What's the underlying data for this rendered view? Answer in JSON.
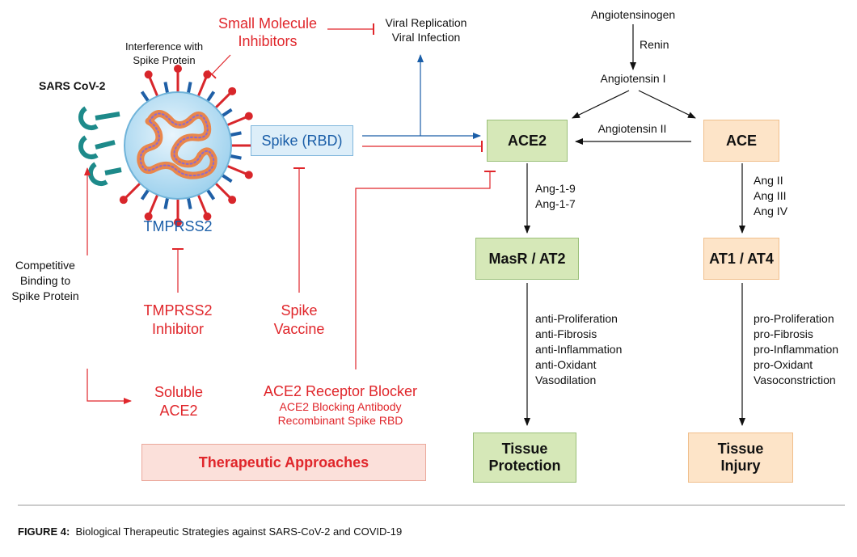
{
  "colors": {
    "red": "#e0262b",
    "blue": "#1a5ea8",
    "green_box": "#d6e8b8",
    "orange_box": "#fde4c8",
    "therapeutic_box": "#fbe0da"
  },
  "virus": {
    "label": "SARS CoV-2",
    "protease": "TMPRSS2"
  },
  "spike_box": "Spike (RBD)",
  "small_molecule": "Small Molecule\nInhibitors",
  "interference_label": "Interference with\nSpike Protein",
  "viral_outcome": "Viral Replication\nViral Infection",
  "competitive_label": "Competitive\nBinding to\nSpike Protein",
  "tmprss2_inhibitor": "TMPRSS2\nInhibitor",
  "spike_vaccine": "Spike\nVaccine",
  "soluble_ace2": "Soluble\nACE2",
  "receptor_blocker": {
    "title": "ACE2 Receptor Blocker",
    "items": [
      "ACE2 Blocking Antibody",
      "Recombinant Spike RBD"
    ]
  },
  "therapeutic_box": "Therapeutic Approaches",
  "ras": {
    "angiotensinogen": "Angiotensinogen",
    "renin": "Renin",
    "angiotensin_i": "Angiotensin I",
    "angiotensin_ii": "Angiotensin II",
    "ace2": "ACE2",
    "ace": "ACE",
    "ace2_products": "Ang-1-9\nAng-1-7",
    "ace_products": "Ang II\nAng III\nAng IV",
    "masr": "MasR / AT2",
    "at1": "AT1 / AT4",
    "protective_effects": "anti-Proliferation\nanti-Fibrosis\nanti-Inflammation\nanti-Oxidant\nVasodilation",
    "injury_effects": "pro-Proliferation\npro-Fibrosis\npro-Inflammation\npro-Oxidant\nVasoconstriction",
    "tissue_protection": "Tissue\nProtection",
    "tissue_injury": "Tissue\nInjury"
  },
  "caption": {
    "label": "FIGURE 4:",
    "text": "Biological Therapeutic Strategies against SARS-CoV-2 and COVID-19"
  }
}
